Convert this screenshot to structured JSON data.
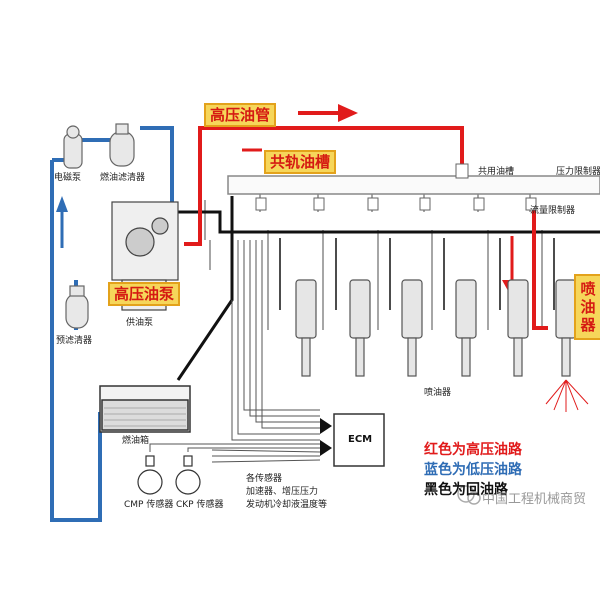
{
  "tags": {
    "high_pressure_pipe": "高压油管",
    "common_rail": "共轨油槽",
    "high_pressure_pump": "高压油泵",
    "injector": "喷油器"
  },
  "labels": {
    "solenoid_pump": "电磁泵",
    "fuel_filter": "燃油滤清器",
    "pre_filter": "预滤清器",
    "supply_pump": "供油泵",
    "fuel_tank": "燃油箱",
    "common_rail_small": "共用油槽",
    "pressure_limiter": "压力限制器",
    "flow_limiter": "流量限制器",
    "injectors_small": "喷油器",
    "ecm": "ECM",
    "cmp_sensor": "CMP 传感器",
    "ckp_sensor": "CKP 传感器",
    "sensors_line1": "各传感器",
    "sensors_line2": "加速器、增压压力",
    "sensors_line3": "发动机冷却液温度等"
  },
  "legend": {
    "red": "红色为高压油路",
    "blue": "蓝色为低压油路",
    "black": "黑色为回油路"
  },
  "watermark": "中国工程机械商贸",
  "colors": {
    "high_pressure": "#e11b1b",
    "low_pressure": "#2f6db5",
    "return": "#111111",
    "tag_fill": "#f6d65a",
    "tag_text": "#d51a12"
  }
}
